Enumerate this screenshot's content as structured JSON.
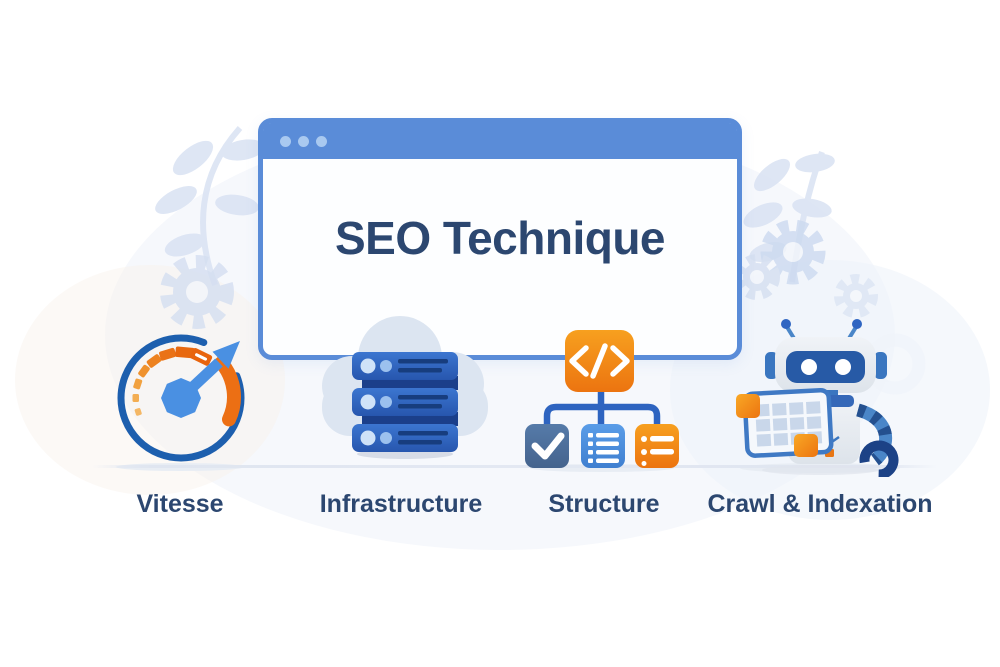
{
  "window": {
    "title": "SEO Technique",
    "title_color": "#2c4770",
    "chrome_color": "#5a8cd8",
    "dot_color": "#a9c9f0",
    "traffic_dots": 3
  },
  "pillars": [
    {
      "label": "Vitesse",
      "icon": "speedometer-icon"
    },
    {
      "label": "Infrastructure",
      "icon": "server-stack-icon"
    },
    {
      "label": "Structure",
      "icon": "code-sitemap-icon"
    },
    {
      "label": "Crawl & Indexation",
      "icon": "robot-crawler-icon"
    }
  ],
  "colors": {
    "accent_blue": "#2f65c2",
    "accent_orange": "#ee7a17",
    "navy_text": "#2c4770",
    "decor_light_blue": "#d9e2f3"
  }
}
